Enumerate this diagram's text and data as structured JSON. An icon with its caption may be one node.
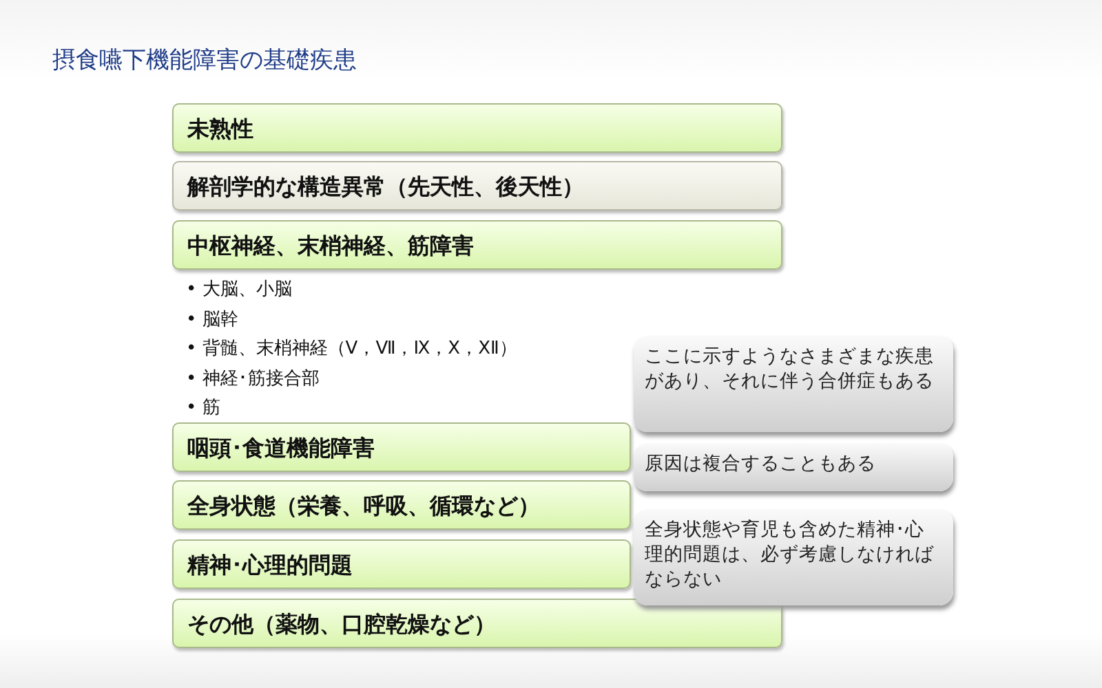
{
  "diagram": {
    "title": "摂食嚥下機能障害の基礎疾患",
    "nodes": [
      {
        "text": [
          "未熟性"
        ]
      },
      {
        "text": [
          "解剖学的な構造異常（先天性、後天性）"
        ]
      },
      {
        "text": [
          "中枢神経、末梢神経、筋障害"
        ],
        "beside": [
          "• 大脳、小脳",
          "• 脳幹",
          "• 背髄、末梢神経（Ⅴ，Ⅶ，Ⅸ，Ⅹ，ⅩⅡ）",
          "• 神経･筋接合部",
          "• 筋"
        ]
      },
      {
        "text": [
          "咽頭･食道機能障害"
        ]
      },
      {
        "text": [
          "全身状態（栄養、呼吸、循環など）"
        ]
      },
      {
        "text": [
          "精神･心理的問題"
        ]
      },
      {
        "text": [
          "その他（薬物、口腔乾燥など）"
        ]
      },
      {
        "text": [
          "ここに示すようなさまざまな疾患があり、それに伴う合併症もある"
        ]
      },
      {
        "text": [
          "原因は複合することもある"
        ]
      },
      {
        "text": [
          "全身状態や育児も含めた精神･心理的問題は、必ず考慮しなければならない"
        ]
      }
    ]
  }
}
